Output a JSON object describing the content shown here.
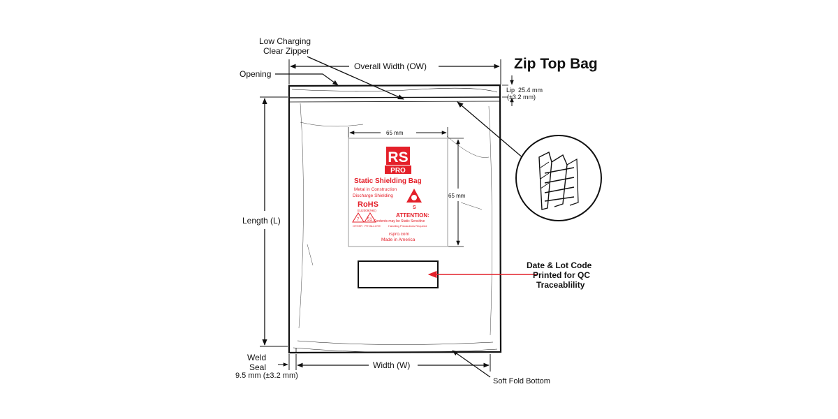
{
  "title": "Zip Top Bag",
  "callouts": {
    "zipper_line1": "Low Charging",
    "zipper_line2": "Clear Zipper",
    "opening": "Opening",
    "overall_width": "Overall Width (OW)",
    "lip_label": "Lip",
    "lip_value": "25.4 mm",
    "lip_tol": "(±3.2 mm)",
    "length": "Length (L)",
    "weld_line1": "Weld",
    "weld_line2": "Seal",
    "weld_value": "9.5 mm (±3.2 mm)",
    "width": "Width (W)",
    "soft_fold": "Soft Fold Bottom",
    "date_line1": "Date & Lot Code",
    "date_line2": "Printed for QC",
    "date_line3": "Traceablility"
  },
  "label": {
    "width_dim": "65 mm",
    "height_dim": "65 mm",
    "logo_rs": "RS",
    "logo_pro": "PRO",
    "heading": "Static Shielding Bag",
    "line_metal": "Metal in Construction",
    "line_discharge": "Discharge Shielding",
    "rohs": "RoHS",
    "rohs_sub": "EU2009(/HE)",
    "esd_letter": "S",
    "attention": "ATTENTION:",
    "attention_line1": "Contents may be Static Sensitive",
    "attention_line2": "Handling Precautions Required",
    "recycle1_num": "7",
    "recycle1_text": "OTHER",
    "recycle2_num": "51",
    "recycle2_text": "PETALLOYE",
    "website": "rspro.com",
    "made_in": "Made in America"
  },
  "colors": {
    "brand_red": "#e4202a",
    "arrow_red": "#e4202a",
    "ink": "#111111"
  }
}
